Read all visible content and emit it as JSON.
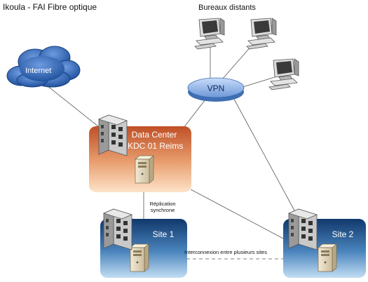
{
  "title": "Ikoula -  FAI Fibre optique",
  "remote_offices_label": "Bureaux distants",
  "internet_label": "Internet",
  "vpn_label": "VPN",
  "datacenter": {
    "line1": "Data Center",
    "line2": "IKDC 01 Reims"
  },
  "site1_label": "Site 1",
  "site2_label": "Site 2",
  "replication": {
    "line1": "Réplication",
    "line2": "synchrone"
  },
  "interconnect_label": "Interconnexion entre plusieurs sites",
  "icons": [
    "cloud-icon",
    "computer-icon",
    "building-icon",
    "server-icon"
  ],
  "colors": {
    "datacenter_top": "#c2552a",
    "datacenter_bottom": "#fde0c4",
    "site_top": "#123c70",
    "site_bottom": "#b8d8ee",
    "cloud": "#2b5fa8",
    "vpn": "#7fa7e0"
  }
}
